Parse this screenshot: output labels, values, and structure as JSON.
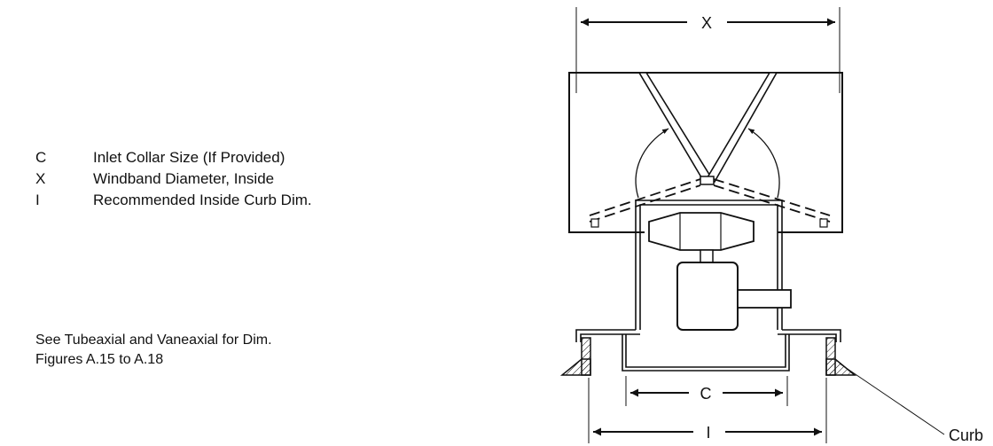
{
  "legend": [
    {
      "symbol": "C",
      "description": "Inlet Collar Size (If Provided)"
    },
    {
      "symbol": "X",
      "description": "Windband Diameter, Inside"
    },
    {
      "symbol": "I",
      "description": "Recommended Inside Curb Dim."
    }
  ],
  "note": {
    "line1": "See Tubeaxial and Vaneaxial for Dim.",
    "line2": "Figures A.15 to A.18"
  },
  "drawing": {
    "dim_x": "X",
    "dim_c": "C",
    "dim_i": "I",
    "curb_label": "Curb"
  }
}
